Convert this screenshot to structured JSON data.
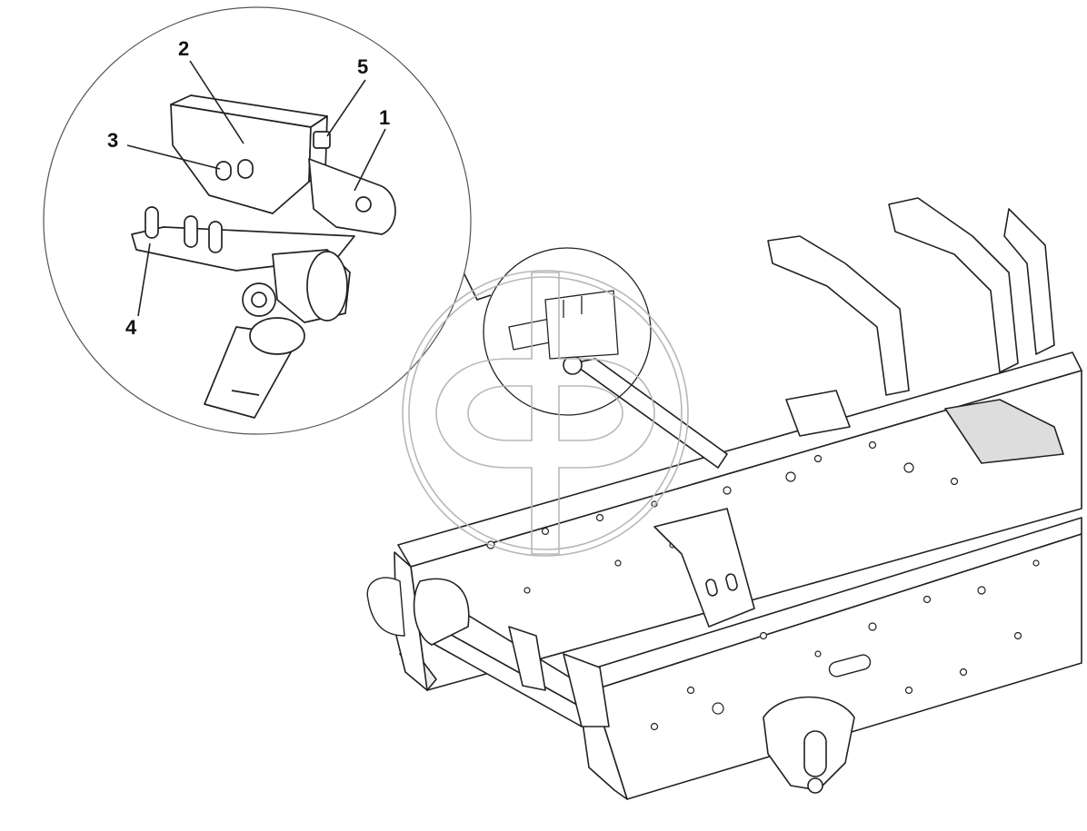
{
  "diagram": {
    "callouts": [
      {
        "id": "1",
        "label": "1"
      },
      {
        "id": "2",
        "label": "2"
      },
      {
        "id": "3",
        "label": "3"
      },
      {
        "id": "4",
        "label": "4"
      },
      {
        "id": "5",
        "label": "5"
      }
    ],
    "colors": {
      "ink": "#222222",
      "background": "#ffffff",
      "watermark": "#b8b8b8"
    },
    "icons": [
      "detail-magnifier-circle",
      "watermark-logo"
    ]
  }
}
